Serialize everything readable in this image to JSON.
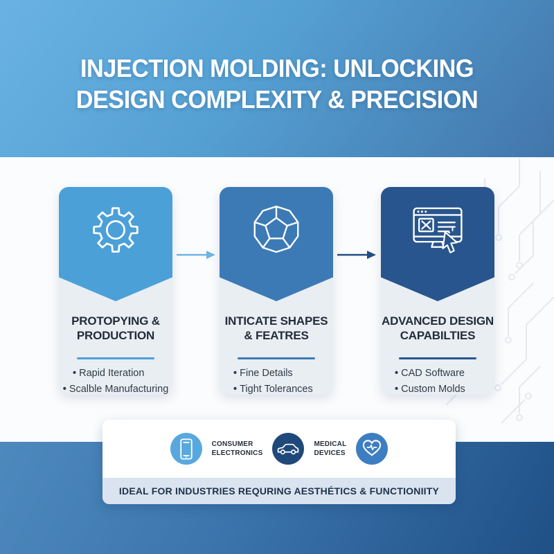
{
  "title": {
    "line1": "INJECTION MOLDING: UNLOCKING",
    "line2": "DESIGN COMPLEXITY & PRECISION"
  },
  "cards": [
    {
      "icon": "gear-icon",
      "title_line1": "PROTOPYING &",
      "title_line2": "PRODUCTION",
      "bullets": [
        "Rapid Iteration",
        "Scalble Manufacturing"
      ],
      "accent_color": "#4ba0d8"
    },
    {
      "icon": "dodecahedron-icon",
      "title_line1": "INTICATE SHAPES",
      "title_line2": "& FEATRES",
      "bullets": [
        "Fine Details",
        "Tight Tolerances"
      ],
      "accent_color": "#3c7ab6"
    },
    {
      "icon": "cad-monitor-cursor-icon",
      "title_line1": "ADVANCED DESIGN",
      "title_line2": "CAPABILTIES",
      "bullets": [
        "CAD Software",
        "Custom Molds"
      ],
      "accent_color": "#28558d"
    }
  ],
  "industries": {
    "row": [
      {
        "type": "icon",
        "icon": "smartphone-icon",
        "circle_color": "#58a8df"
      },
      {
        "type": "label",
        "line1": "CONSUMER",
        "line2": "ELECTRONICS"
      },
      {
        "type": "icon",
        "icon": "car-icon",
        "circle_color": "#20497b"
      },
      {
        "type": "label",
        "line1": "MEDICAL",
        "line2": "DEVICES"
      },
      {
        "type": "icon",
        "icon": "heart-pulse-icon",
        "circle_color": "#3d7ec2"
      }
    ],
    "footer": "IDEAL FOR INDUSTRIES REQURING AESTHÉTICS & FUNCTIONIITY"
  },
  "colors": {
    "hero-grad-1": "#69b2e3",
    "hero-grad-2": "#4276ab",
    "band-grad-1": "#4e89be",
    "band-grad-2": "#1f5086",
    "card-body": "#e9eef3",
    "card1-accent": "#4ba0d8",
    "card2-accent": "#3c7ab6",
    "card3-accent": "#28558d",
    "arrow-light": "#6fb3e2",
    "arrow-dark": "#1f4e80",
    "circle1": "#58a8df",
    "circle2": "#20497b",
    "circle3": "#3d7ec2",
    "strip-bg": "#d9e4f0"
  }
}
